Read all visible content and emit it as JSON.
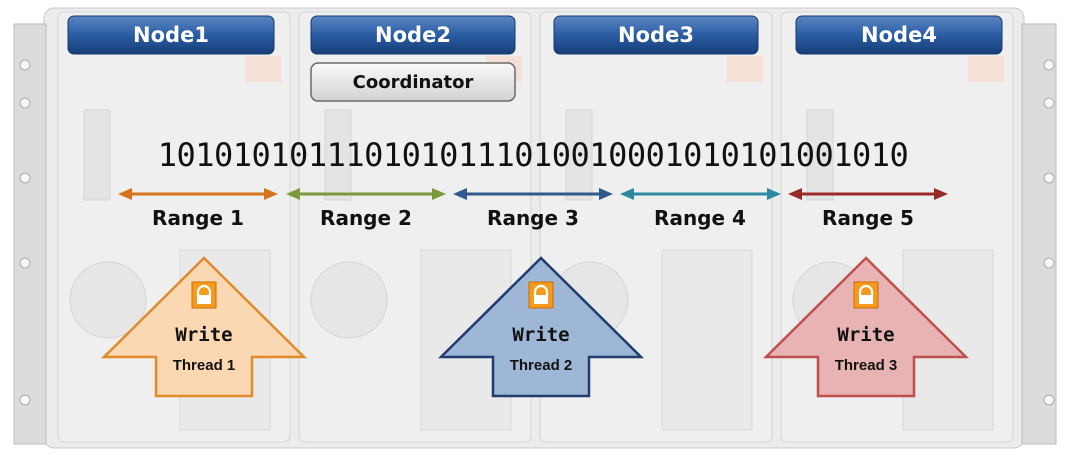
{
  "nodes": [
    {
      "label": "Node1"
    },
    {
      "label": "Node2"
    },
    {
      "label": "Node3"
    },
    {
      "label": "Node4"
    }
  ],
  "coordinator": {
    "label": "Coordinator"
  },
  "bit_string": "101010101110101011101001000101010100101 0",
  "ranges": [
    {
      "label": "Range 1",
      "color": "#d4731c"
    },
    {
      "label": "Range 2",
      "color": "#7a9a3a"
    },
    {
      "label": "Range 3",
      "color": "#2e5a8c"
    },
    {
      "label": "Range 4",
      "color": "#2e8aa0"
    },
    {
      "label": "Range 5",
      "color": "#9a2a2a"
    }
  ],
  "write_threads": [
    {
      "write_label": "Write",
      "thread_label": "Thread 1",
      "fill": "#fbd8b2",
      "stroke": "#e08a2c"
    },
    {
      "write_label": "Write",
      "thread_label": "Thread 2",
      "fill": "#9fb7d6",
      "stroke": "#1f3d6e"
    },
    {
      "write_label": "Write",
      "thread_label": "Thread 3",
      "fill": "#e8b3b3",
      "stroke": "#c0504d"
    }
  ],
  "colors": {
    "node_header": "#1f4e8c",
    "lock": "#f59a1c",
    "chassis": "#e6e6e6"
  }
}
